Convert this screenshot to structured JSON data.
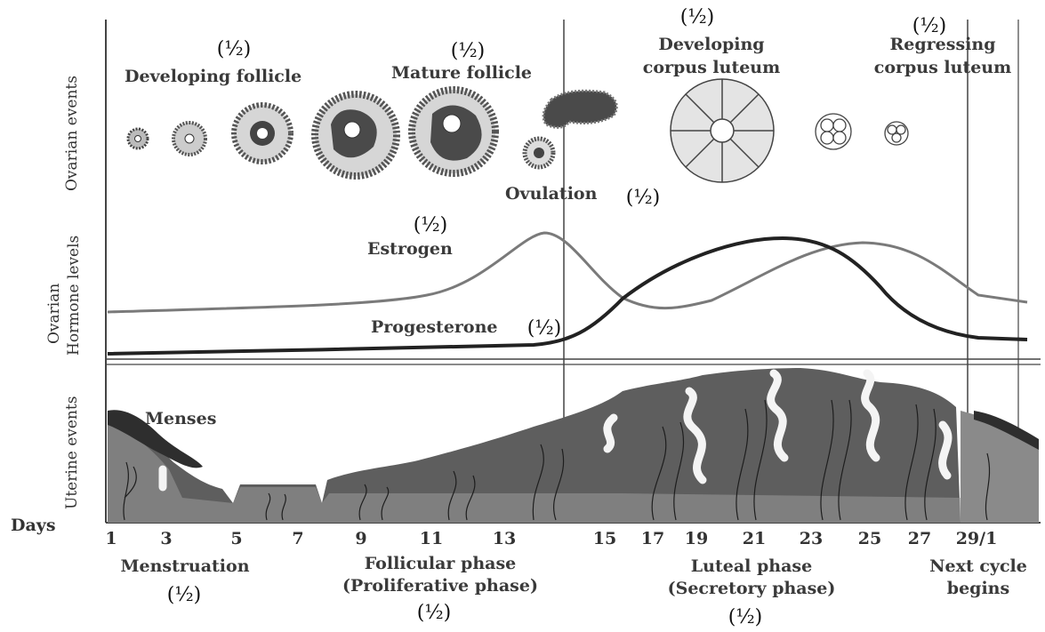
{
  "side_labels": {
    "ovarian_events": "Ovarian events",
    "hormone_line1": "Ovarian",
    "hormone_line2": "Hormone levels",
    "uterine_events": "Uterine events"
  },
  "ovarian": {
    "developing_follicle": "Developing follicle",
    "mature_follicle": "Mature follicle",
    "developing_cl_1": "Developing",
    "developing_cl_2": "corpus luteum",
    "regressing_cl_1": "Regressing",
    "regressing_cl_2": "corpus luteum",
    "ovulation": "Ovulation"
  },
  "hormones": {
    "estrogen": "Estrogen",
    "progesterone": "Progesterone"
  },
  "uterine": {
    "menses": "Menses"
  },
  "days_label": "Days",
  "days": [
    "1",
    "3",
    "5",
    "7",
    "9",
    "11",
    "13",
    "15",
    "17",
    "19",
    "21",
    "23",
    "25",
    "27",
    "29/1"
  ],
  "phases": {
    "menstruation": "Menstruation",
    "follicular_1": "Follicular phase",
    "follicular_2": "(Proliferative phase)",
    "luteal_1": "Luteal phase",
    "luteal_2": "(Secretory phase)",
    "next_1": "Next cycle",
    "next_2": "begins"
  },
  "mark_text": "(½)",
  "colors": {
    "ink": "#3a3a3a",
    "tissue": "#5a5a5a",
    "tissue_light": "#9a9a9a",
    "estrogen_line": "#7a7a7a",
    "progesterone_line": "#222222"
  }
}
